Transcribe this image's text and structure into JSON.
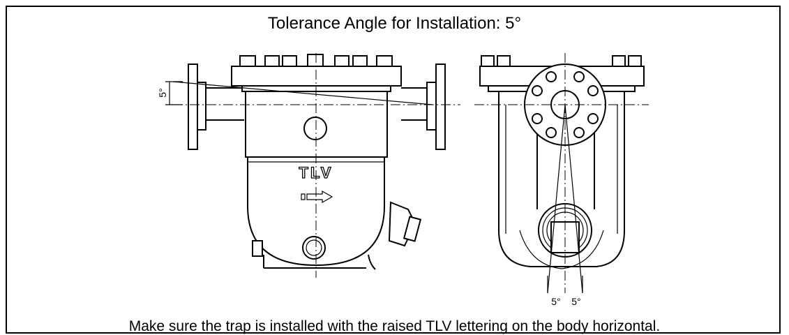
{
  "title": "Tolerance Angle for Installation: 5°",
  "caption": "Make sure the trap is installed with the raised TLV lettering on the body horizontal.",
  "left_view": {
    "angle_label": "5°",
    "brand_lettering": "TLV"
  },
  "right_view": {
    "angle_left_label": "5°",
    "angle_right_label": "5°"
  },
  "colors": {
    "line": "#000000",
    "background": "#ffffff"
  }
}
